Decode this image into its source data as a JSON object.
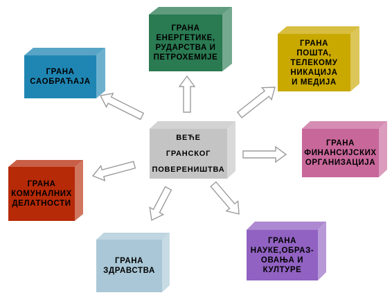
{
  "center": {
    "lines": [
      "ВЕЋЕ",
      "ГРАНСКОГ",
      "ПОВЕРЕНИШТВА"
    ],
    "color": "#c4c4c4"
  },
  "branches": [
    {
      "id": "energy",
      "lines": [
        "ГРАНА",
        "ЕНЕРГЕТИКЕ,",
        "РУДАРСТВА И",
        "ПЕТРОХЕМИЈЕ"
      ],
      "color": "#2a7a52"
    },
    {
      "id": "postal",
      "lines": [
        "ГРАНА",
        "ПОШТА,",
        "ТЕЛЕКОМУ",
        "НИКАЦИЈА",
        "И МЕДИЈА"
      ],
      "color": "#c9a800"
    },
    {
      "id": "finance",
      "lines": [
        "ГРАНА",
        "ФИНАНСИЈСКИХ",
        "ОРГАНИЗАЦИЈА"
      ],
      "color": "#c8679a"
    },
    {
      "id": "science",
      "lines": [
        "ГРАНА",
        "НАУКЕ,ОБРАЗ-",
        "ОВАЊА И",
        "КУЛТУРЕ"
      ],
      "color": "#9162c2"
    },
    {
      "id": "health",
      "lines": [
        "ГРАНА",
        "ЗДРАВСТВА"
      ],
      "color": "#a9c7d6"
    },
    {
      "id": "communal",
      "lines": [
        "ГРАНА",
        "КОМУНАЛНИХ",
        "ДЕЛАТНОСТИ"
      ],
      "color": "#b62a08"
    },
    {
      "id": "traffic",
      "lines": [
        "ГРАНА",
        "САОБРАЋАЈА"
      ],
      "color": "#1f86b3"
    }
  ]
}
